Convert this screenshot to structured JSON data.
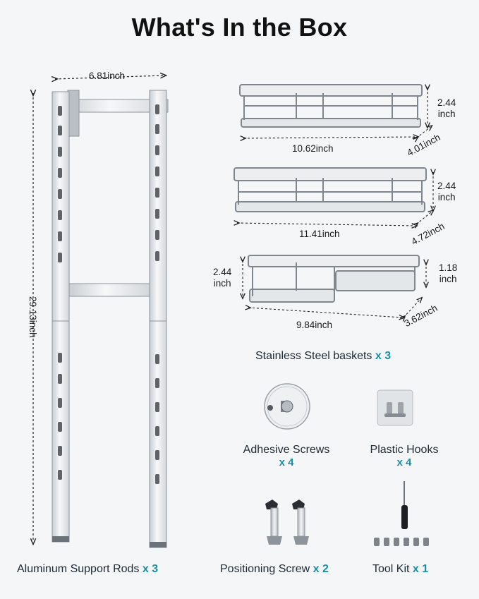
{
  "page": {
    "title": "What's In the Box"
  },
  "dimensions": {
    "rod_width": "6.81inch",
    "rod_height": "29.13inch",
    "basket1": {
      "length": "10.62inch",
      "depth": "4.01inch",
      "height_value": "2.44",
      "height_unit": "inch"
    },
    "basket2": {
      "length": "11.41inch",
      "depth": "4.72inch",
      "height_value": "2.44",
      "height_unit": "inch"
    },
    "basket3": {
      "length": "9.84inch",
      "depth": "3.62inch",
      "height_value": "2.44",
      "height_unit": "inch",
      "small_height_value": "1.18",
      "small_height_unit": "inch"
    }
  },
  "items": {
    "baskets": {
      "name": "Stainless Steel baskets",
      "qty": "x 3"
    },
    "adhesive_screws": {
      "name": "Adhesive Screws",
      "qty": "x 4"
    },
    "plastic_hooks": {
      "name": "Plastic Hooks",
      "qty": "x 4"
    },
    "rods": {
      "name": "Aluminum Support Rods",
      "qty": "x 3"
    },
    "positioning_screw": {
      "name": "Positioning Screw",
      "qty": "x 2"
    },
    "tool_kit": {
      "name": "Tool Kit",
      "qty": "x 1"
    }
  },
  "colors": {
    "accent": "#1b8fa6",
    "metal": "#dfe3e7",
    "metal_edge": "#8d949b",
    "dark": "#2a2d31"
  }
}
